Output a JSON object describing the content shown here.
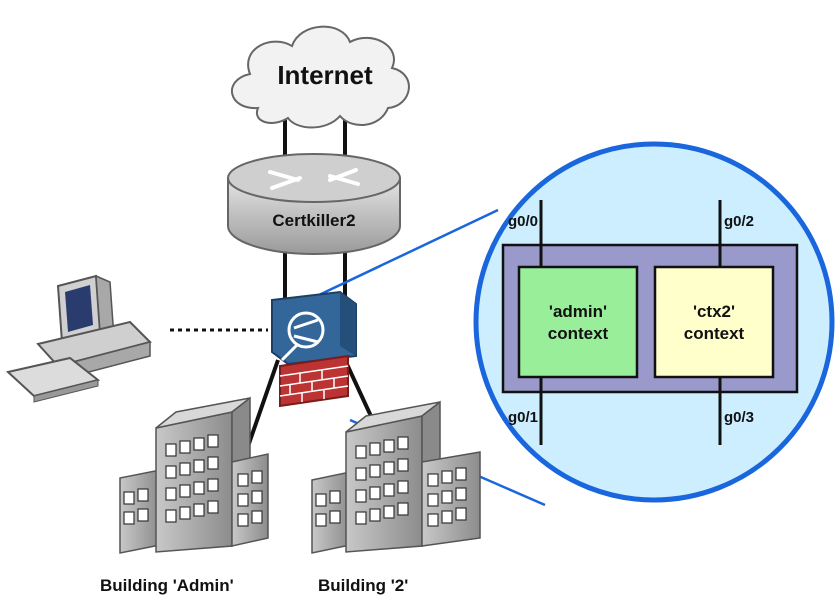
{
  "internet_label": "Internet",
  "router_label": "Certkiller2",
  "interfaces": {
    "top_left": "g0/0",
    "top_right": "g0/2",
    "bottom_left": "g0/1",
    "bottom_right": "g0/3"
  },
  "contexts": {
    "admin": {
      "line1": "'admin'",
      "line2": "context",
      "color": "#99ee99"
    },
    "ctx2": {
      "line1": "'ctx2'",
      "line2": "context",
      "color": "#ffffcc"
    }
  },
  "buildings": {
    "admin": "Building 'Admin'",
    "two": "Building '2'"
  },
  "colors": {
    "zoom_fill": "#cceeff",
    "zoom_border": "#1a66dd",
    "chassis": "#9999cc",
    "firewall": "#336699",
    "brick": "#bb3333"
  }
}
